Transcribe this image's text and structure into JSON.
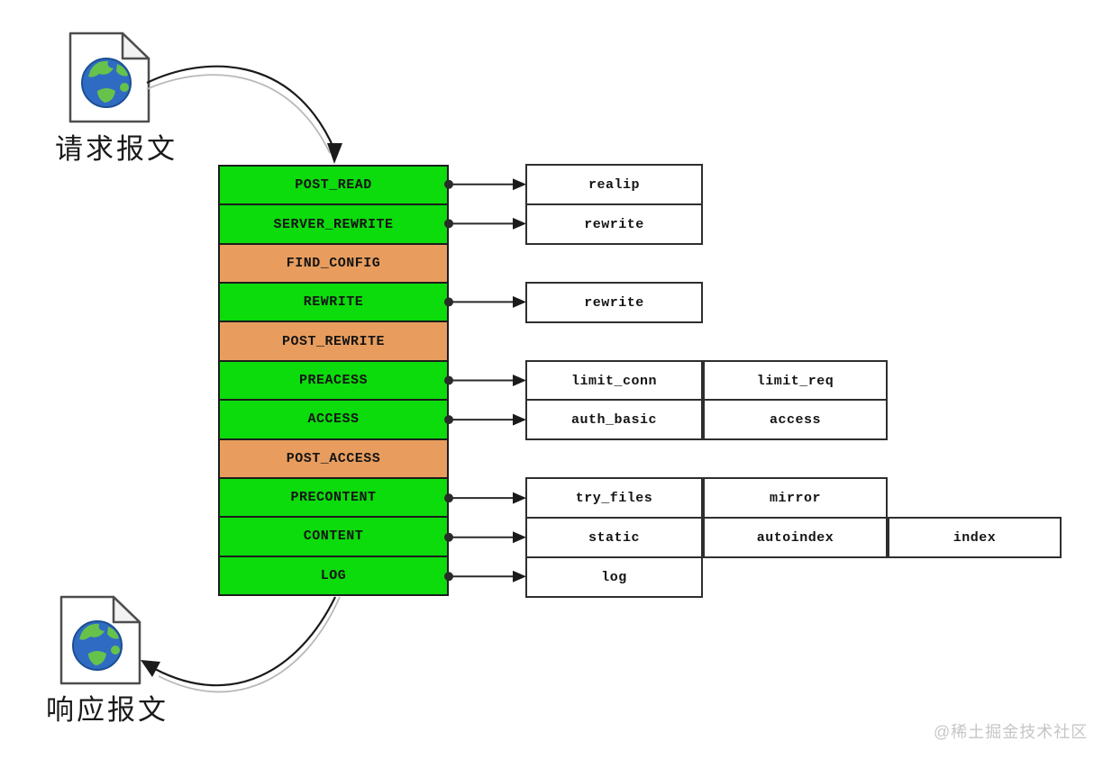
{
  "page": {
    "watermark": "@稀土掘金技术社区"
  },
  "diagram": {
    "request_doc": {
      "label": "请求报文",
      "icon": "globe-document-icon"
    },
    "response_doc": {
      "label": "响应报文",
      "icon": "globe-document-icon"
    },
    "colors": {
      "phase_green": "#0cdb0c",
      "phase_orange": "#e89d5e",
      "box_border": "#1c1c1c",
      "connector": "#2a2a2a",
      "globe_ocean": "#2f6bc2",
      "globe_land": "#67c24c"
    },
    "phases": [
      {
        "id": "post_read",
        "label": "POST_READ",
        "type": "green",
        "modules": [
          "realip"
        ]
      },
      {
        "id": "server_rewrite",
        "label": "SERVER_REWRITE",
        "type": "green",
        "modules": [
          "rewrite"
        ]
      },
      {
        "id": "find_config",
        "label": "FIND_CONFIG",
        "type": "orange",
        "modules": []
      },
      {
        "id": "rewrite",
        "label": "REWRITE",
        "type": "green",
        "modules": [
          "rewrite"
        ]
      },
      {
        "id": "post_rewrite",
        "label": "POST_REWRITE",
        "type": "orange",
        "modules": []
      },
      {
        "id": "preacess",
        "label": "PREACESS",
        "type": "green",
        "modules": [
          "limit_conn",
          "limit_req"
        ]
      },
      {
        "id": "access",
        "label": "ACCESS",
        "type": "green",
        "modules": [
          "auth_basic",
          "access"
        ]
      },
      {
        "id": "post_access",
        "label": "POST_ACCESS",
        "type": "orange",
        "modules": []
      },
      {
        "id": "precontent",
        "label": "PRECONTENT",
        "type": "green",
        "modules": [
          "try_files",
          "mirror"
        ]
      },
      {
        "id": "content",
        "label": "CONTENT",
        "type": "green",
        "modules": [
          "static",
          "autoindex",
          "index"
        ]
      },
      {
        "id": "log",
        "label": "LOG",
        "type": "green",
        "modules": [
          "log"
        ]
      }
    ]
  }
}
